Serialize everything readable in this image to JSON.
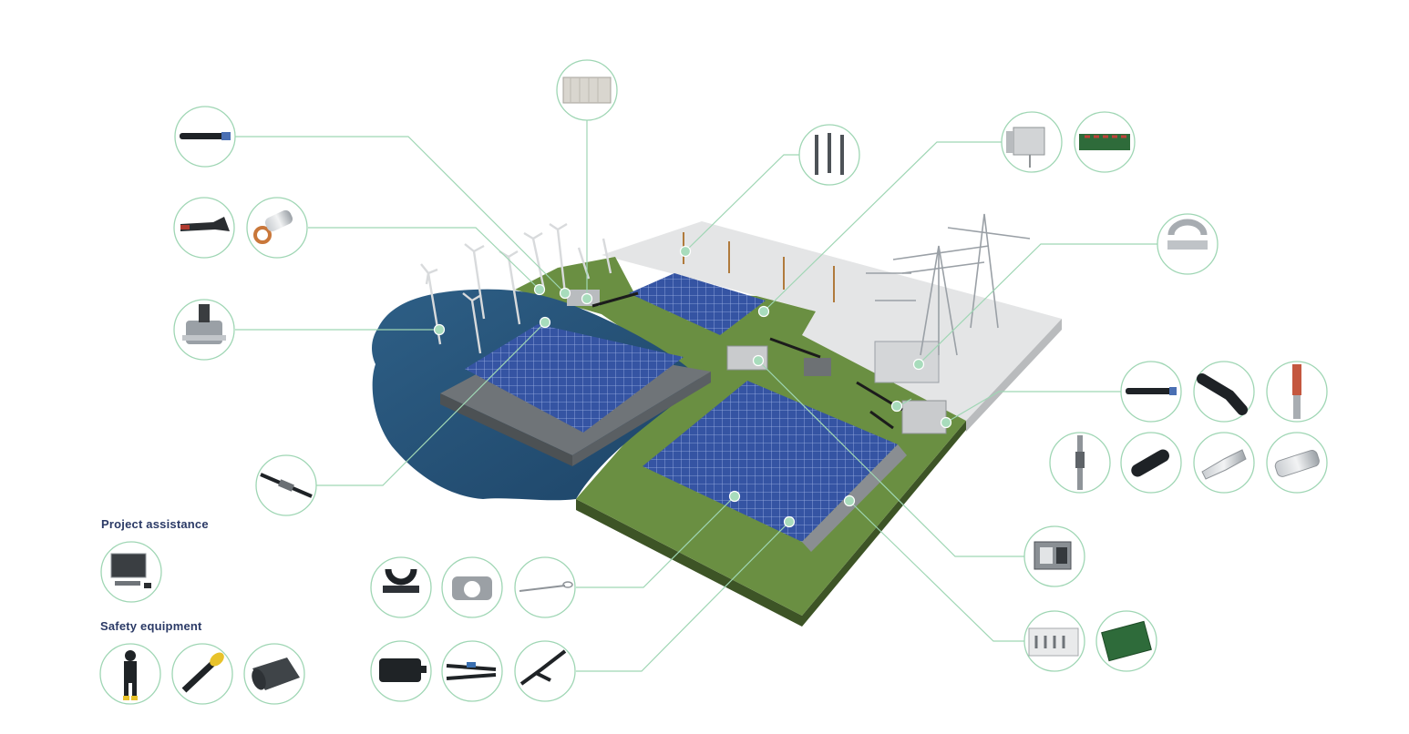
{
  "sections": {
    "project_assistance": "Project assistance",
    "safety_equipment": "Safety equipment"
  },
  "colors": {
    "accent_line": "#9fd6b4",
    "label": "#2b3a66",
    "grass": "#6a8f42",
    "water": "#244f72",
    "panel": "#2f4f9a",
    "pavement": "#e2e3e4"
  },
  "products": [
    {
      "id": "surge-arrester-cable",
      "icon": "cable-accessory-icon"
    },
    {
      "id": "cable-lug-tool",
      "icon": "crimp-tool-icon"
    },
    {
      "id": "cable-lug",
      "icon": "lug-icon"
    },
    {
      "id": "wind-turbine-flange",
      "icon": "flange-connector-icon"
    },
    {
      "id": "inline-splice",
      "icon": "splice-icon"
    },
    {
      "id": "prefab-substation",
      "icon": "container-icon"
    },
    {
      "id": "overhead-insulators",
      "icon": "insulator-icon"
    },
    {
      "id": "control-cabinet",
      "icon": "cabinet-icon"
    },
    {
      "id": "protection-board",
      "icon": "circuit-board-icon"
    },
    {
      "id": "busbar-clamp",
      "icon": "clamp-icon"
    },
    {
      "id": "cable-termination",
      "icon": "termination-icon"
    },
    {
      "id": "elbow-connector",
      "icon": "elbow-connector-icon"
    },
    {
      "id": "copper-terminal",
      "icon": "copper-terminal-icon"
    },
    {
      "id": "stress-cone",
      "icon": "stress-cone-icon"
    },
    {
      "id": "bushing-plug",
      "icon": "bushing-plug-icon"
    },
    {
      "id": "mechanical-lug",
      "icon": "mechanical-lug-icon"
    },
    {
      "id": "mechanical-connector",
      "icon": "mechanical-connector-icon"
    },
    {
      "id": "string-combiner",
      "icon": "combiner-box-icon"
    },
    {
      "id": "inverter-box",
      "icon": "inverter-icon"
    },
    {
      "id": "monitoring-board",
      "icon": "pcb-icon"
    },
    {
      "id": "cable-cleat",
      "icon": "cable-cleat-icon"
    },
    {
      "id": "pipe-clamp",
      "icon": "pipe-clamp-icon"
    },
    {
      "id": "tie-wire",
      "icon": "tie-wire-icon"
    },
    {
      "id": "junction-box",
      "icon": "junction-box-icon"
    },
    {
      "id": "y-branch-connector",
      "icon": "branch-connector-icon"
    },
    {
      "id": "pv-connector",
      "icon": "pv-connector-icon"
    },
    {
      "id": "computer-support",
      "icon": "computer-icon"
    },
    {
      "id": "protective-suit",
      "icon": "suit-icon"
    },
    {
      "id": "voltage-detector",
      "icon": "detector-icon"
    },
    {
      "id": "insulating-mat",
      "icon": "mat-icon"
    }
  ]
}
